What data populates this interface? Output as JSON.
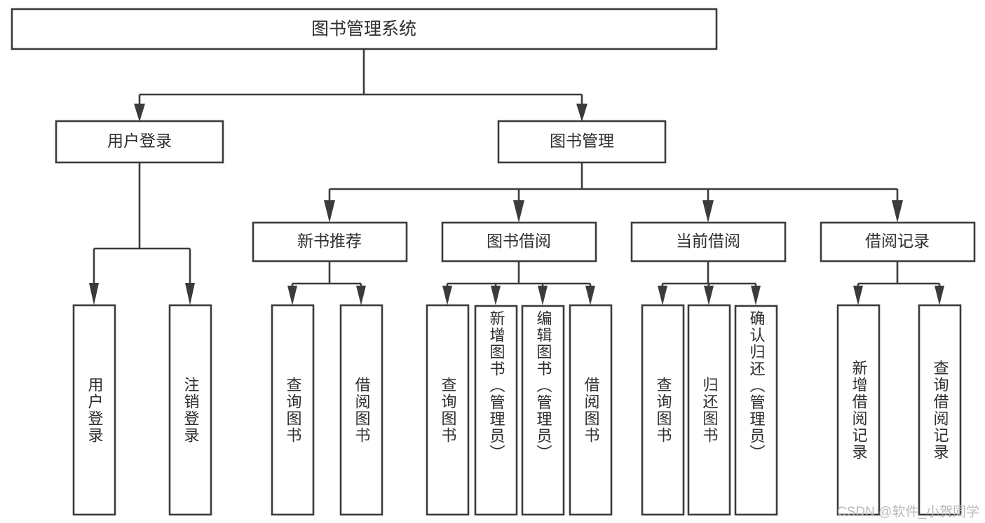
{
  "diagram": {
    "title_node": {
      "id": "root",
      "label": "图书管理系统"
    },
    "level1": [
      {
        "id": "user-login",
        "label": "用户登录"
      },
      {
        "id": "book-manage",
        "label": "图书管理"
      }
    ],
    "level2": [
      {
        "id": "new-book-rec",
        "label": "新书推荐",
        "parent": "book-manage"
      },
      {
        "id": "book-borrow",
        "label": "图书借阅",
        "parent": "book-manage"
      },
      {
        "id": "current-borrow",
        "label": "当前借阅",
        "parent": "book-manage"
      },
      {
        "id": "borrow-record",
        "label": "借阅记录",
        "parent": "book-manage"
      }
    ],
    "leaves": [
      {
        "id": "leaf-user-login",
        "label": "用户登录",
        "parent": "user-login"
      },
      {
        "id": "leaf-logout-login",
        "label": "注销登录",
        "parent": "user-login"
      },
      {
        "id": "leaf-query-book-1",
        "label": "查询图书",
        "parent": "new-book-rec"
      },
      {
        "id": "leaf-borrow-book-1",
        "label": "借阅图书",
        "parent": "new-book-rec"
      },
      {
        "id": "leaf-query-book-2",
        "label": "查询图书",
        "parent": "book-borrow"
      },
      {
        "id": "leaf-add-book",
        "label": "新增图书（管理员）",
        "parent": "book-borrow"
      },
      {
        "id": "leaf-edit-book",
        "label": "编辑图书（管理员）",
        "parent": "book-borrow"
      },
      {
        "id": "leaf-borrow-book-2",
        "label": "借阅图书",
        "parent": "book-borrow"
      },
      {
        "id": "leaf-query-book-3",
        "label": "查询图书",
        "parent": "current-borrow"
      },
      {
        "id": "leaf-return-book",
        "label": "归还图书",
        "parent": "current-borrow"
      },
      {
        "id": "leaf-confirm-return",
        "label": "确认归还（管理员）",
        "parent": "current-borrow"
      },
      {
        "id": "leaf-add-record",
        "label": "新增借阅记录",
        "parent": "borrow-record"
      },
      {
        "id": "leaf-query-record",
        "label": "查询借阅记录",
        "parent": "borrow-record"
      }
    ]
  },
  "watermark": {
    "text": "CSDN @软件_小贺同学"
  },
  "colors": {
    "stroke": "#3b3b3b",
    "box_fill": "#ffffff",
    "text": "#2e2e2e",
    "watermark": "#b9b9b9",
    "background": "#ffffff"
  }
}
